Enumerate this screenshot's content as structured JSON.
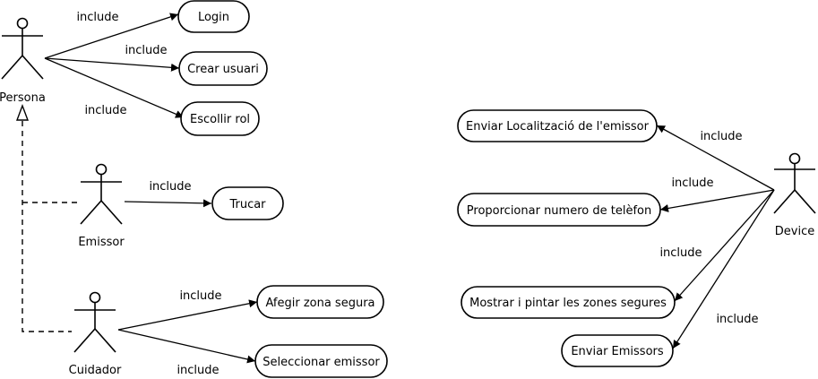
{
  "actors": {
    "persona": "Persona",
    "emissor": "Emissor",
    "cuidador": "Cuidador",
    "device": "Device"
  },
  "use_cases": {
    "login": "Login",
    "crear_usuari": "Crear usuari",
    "escollir_rol": "Escollir rol",
    "trucar": "Trucar",
    "afegir_zona": "Afegir zona segura",
    "seleccionar_emissor": "Seleccionar emissor",
    "enviar_localitzacio": "Enviar Localització de l'emissor",
    "proporcionar_numero": "Proporcionar numero de telèfon",
    "mostrar_zones": "Mostrar i pintar les zones segures",
    "enviar_emissors": "Enviar Emissors"
  },
  "relationship_label": "include"
}
